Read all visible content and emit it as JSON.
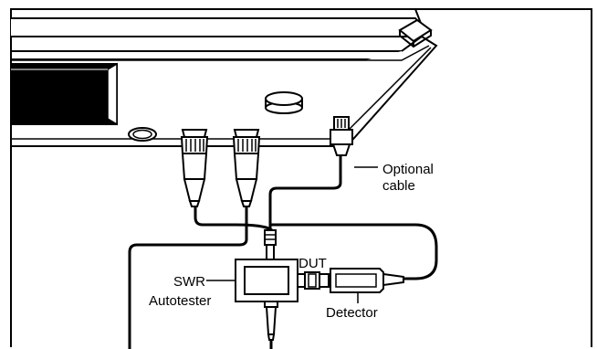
{
  "labels": {
    "optional_cable_line1": "Optional",
    "optional_cable_line2": "cable",
    "dut": "DUT",
    "swr_line1": "SWR",
    "swr_line2": "Autotester",
    "detector": "Detector"
  }
}
